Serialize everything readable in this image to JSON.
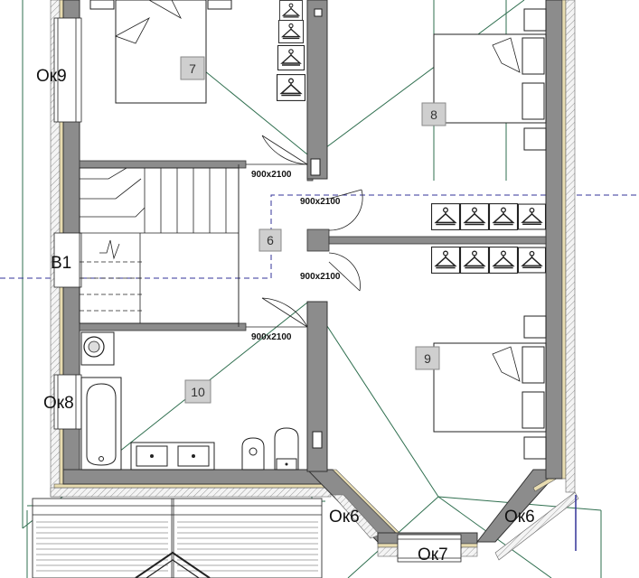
{
  "room_tags": [
    {
      "id": "room-7",
      "label": "7"
    },
    {
      "id": "room-8",
      "label": "8"
    },
    {
      "id": "room-6",
      "label": "6"
    },
    {
      "id": "room-9",
      "label": "9"
    },
    {
      "id": "room-10",
      "label": "10"
    }
  ],
  "window_labels": {
    "ok9": "Ок9",
    "ok8": "Ок8",
    "b1": "В1",
    "ok6_left": "Ок6",
    "ok6_right": "Ок6",
    "ok7": "Ок7"
  },
  "door_labels": {
    "d1": "900х2100",
    "d2": "900х2100",
    "d3": "900х2100",
    "d4": "900х2100"
  },
  "colors": {
    "wall": "#8c8c8c",
    "insulation": "#e8dcb0",
    "section_line": "#333399",
    "sun_lines": "#2f6f4f",
    "tag_fill": "#cfcfcf"
  },
  "icons": [
    "hanger-icon",
    "washing-machine-icon",
    "bathtub-icon",
    "sink-icon",
    "toilet-icon",
    "bidet-icon",
    "bed-icon",
    "stairs-icon"
  ]
}
